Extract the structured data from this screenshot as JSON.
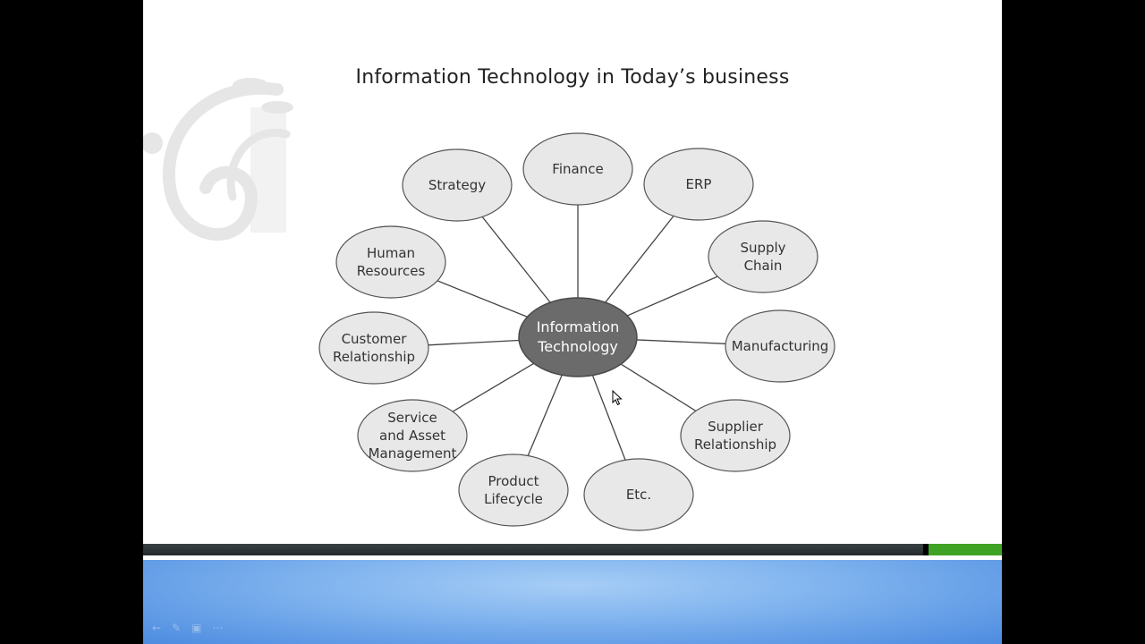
{
  "slide": {
    "title": "Information Technology in Today’s business"
  },
  "diagram": {
    "hub": {
      "lines": [
        "Information",
        "Technology"
      ]
    },
    "nodes": [
      {
        "id": "finance",
        "lines": [
          "Finance"
        ]
      },
      {
        "id": "erp",
        "lines": [
          "ERP"
        ]
      },
      {
        "id": "supply-chain",
        "lines": [
          "Supply",
          "Chain"
        ]
      },
      {
        "id": "manufacturing",
        "lines": [
          "Manufacturing"
        ]
      },
      {
        "id": "supplier-relationship",
        "lines": [
          "Supplier",
          "Relationship"
        ]
      },
      {
        "id": "etc",
        "lines": [
          "Etc."
        ]
      },
      {
        "id": "product-lifecycle",
        "lines": [
          "Product",
          "Lifecycle"
        ]
      },
      {
        "id": "service-asset-management",
        "lines": [
          "Service",
          "and Asset",
          "Management"
        ]
      },
      {
        "id": "customer-relationship",
        "lines": [
          "Customer",
          "Relationship"
        ]
      },
      {
        "id": "human-resources",
        "lines": [
          "Human",
          "Resources"
        ]
      },
      {
        "id": "strategy",
        "lines": [
          "Strategy"
        ]
      }
    ]
  },
  "colors": {
    "hub_fill": "#6b6b6b",
    "node_fill": "#e8e8e8",
    "node_stroke": "#555555",
    "spoke": "#444444",
    "accent_green": "#3ea324"
  },
  "toolbar_icons": [
    "back-arrow-icon",
    "pen-icon",
    "slides-icon",
    "more-icon"
  ]
}
